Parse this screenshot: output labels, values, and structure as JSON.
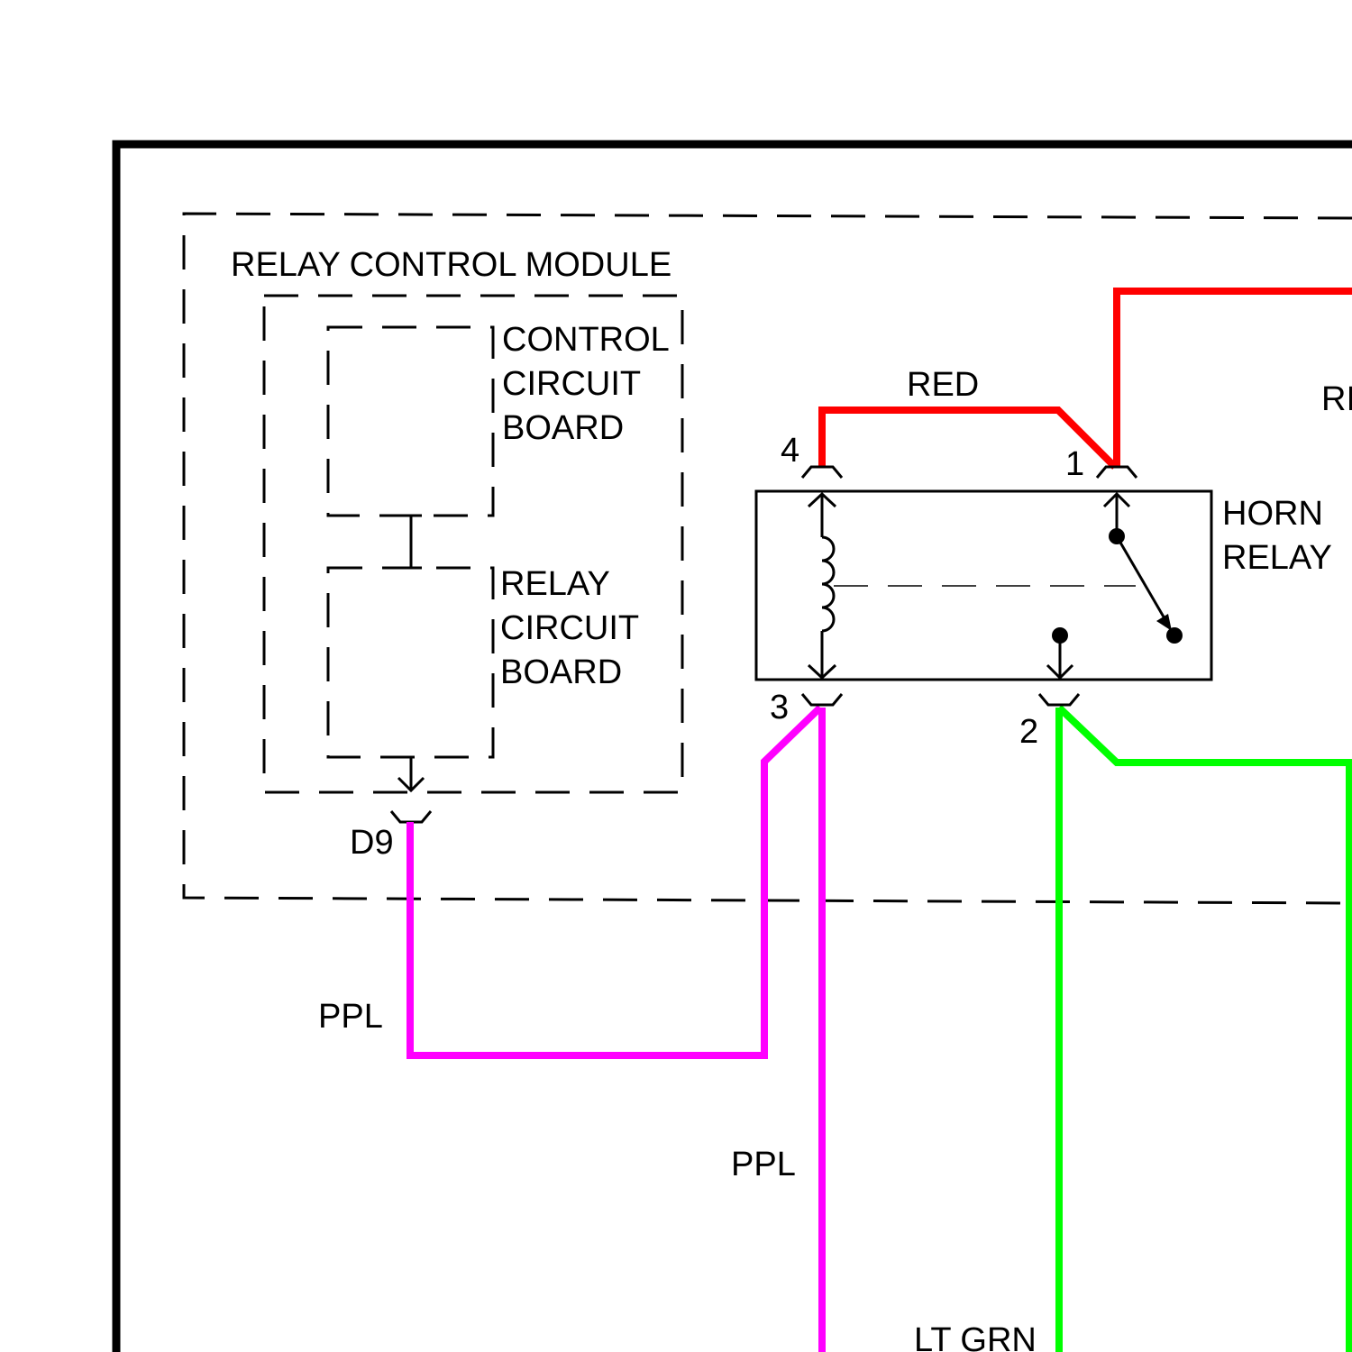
{
  "labels": {
    "module_title": "RELAY CONTROL MODULE",
    "control_board": [
      "CONTROL",
      "CIRCUIT",
      "BOARD"
    ],
    "relay_board": [
      "RELAY",
      "CIRCUIT",
      "BOARD"
    ],
    "horn_relay": [
      "HORN",
      "RELAY"
    ],
    "pins": {
      "p4": "4",
      "p1": "1",
      "p3": "3",
      "p2": "2",
      "d9": "D9"
    },
    "wires": {
      "red_top": "RED",
      "red_right_partial": "RI",
      "ppl_left": "PPL",
      "ppl_right": "PPL",
      "lt_grn": "LT GRN"
    }
  },
  "colors": {
    "red": "#ff0000",
    "ppl": "#ff00ff",
    "lt_grn": "#00ff00",
    "outline": "#000000"
  }
}
